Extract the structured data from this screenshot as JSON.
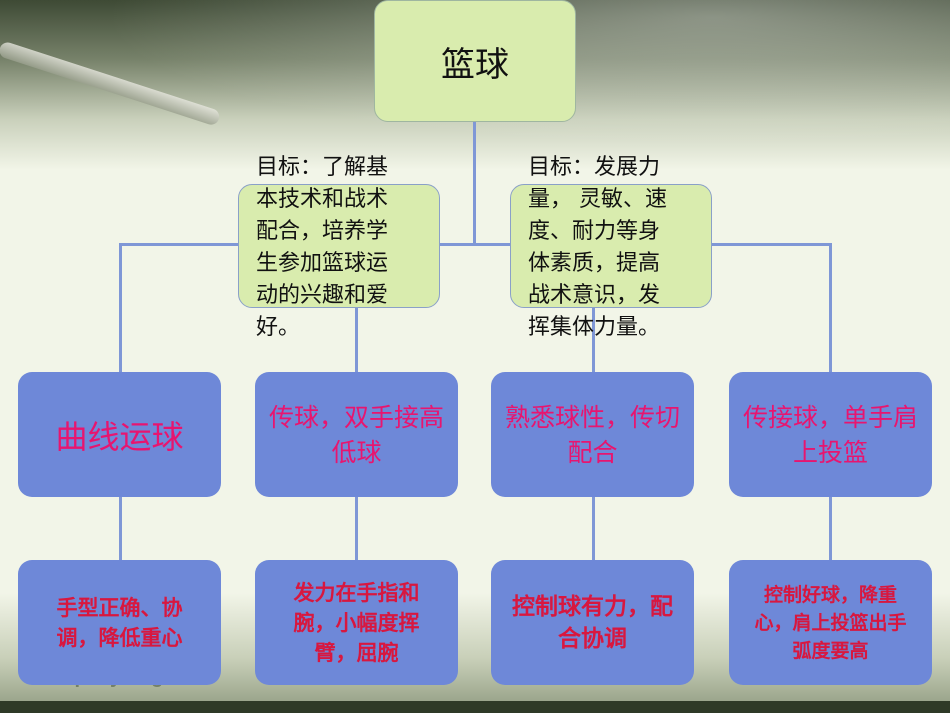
{
  "root": {
    "label": "篮球"
  },
  "goals": [
    {
      "lines": [
        "目标：了解基",
        "本技术和战术",
        "配合，培养学",
        "生参加篮球运",
        "动的兴趣和爱",
        "好。"
      ]
    },
    {
      "lines": [
        "目标：发展力",
        "量， 灵敏、速",
        "度、耐力等身",
        "体素质，提高",
        "战术意识，发",
        "挥集体力量。"
      ]
    }
  ],
  "categories": [
    {
      "label": "曲线运球"
    },
    {
      "label": "传球，双手接高低球"
    },
    {
      "label": "熟悉球性，传切配合"
    },
    {
      "label": "传接球，单手肩上投篮"
    }
  ],
  "details": [
    {
      "label": "手型正确、协调，降低重心"
    },
    {
      "label": "发力在手指和腕，小幅度挥臂，屈腕"
    },
    {
      "label": "控制球有力，配合协调"
    },
    {
      "label": "控制好球，降重心，肩上投篮出手弧度要高"
    }
  ],
  "footer": {
    "logo_text": "Company Logo"
  },
  "colors": {
    "root_fill": "#d9ecae",
    "box_fill": "#6e88d8",
    "category_text": "#e8156f",
    "detail_text": "#d8173f",
    "connector": "#7f97d6"
  }
}
